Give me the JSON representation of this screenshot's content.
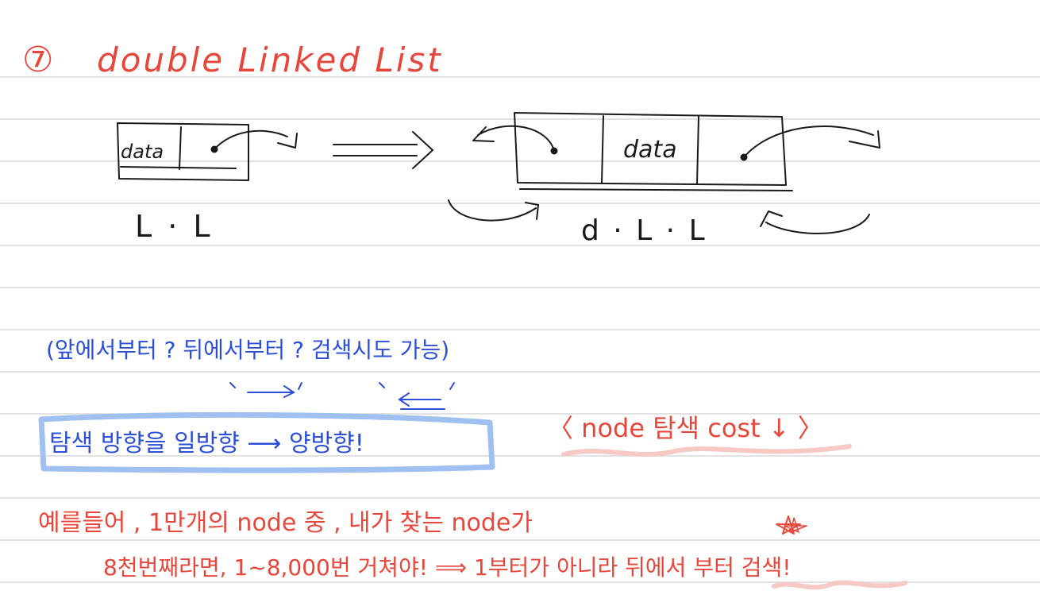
{
  "colors": {
    "red_ink": "#e8463a",
    "blue_ink": "#2b4fd8",
    "black_ink": "#1a1a1a",
    "highlight_blue": "#9fc0f0",
    "highlight_pink": "#f7c9c4",
    "rule_line": "#d9d9d9"
  },
  "header": {
    "number": "⑦",
    "title": "double  Linked  List"
  },
  "diagram": {
    "ll_node_data": "data",
    "ll_caption": "L · L",
    "dll_node_data": "data",
    "dll_caption": "d · L · L"
  },
  "notes": {
    "question_line": "(앞에서부터 ?  뒤에서부터 ?  검색시도 가능)",
    "direction_line": "탐색 방향을   일방향 ⟶ 양방향!",
    "cost_note": "〈 node 탐색  cost ↓ 〉",
    "example_line_1": "예를들어 ,  1만개의  node 중 , 내가 찾는 node가",
    "example_line_2": "8천번째라면,   1~8,000번 거쳐야! ⟹ 1부터가  아니라  뒤에서 부터 검색!"
  }
}
